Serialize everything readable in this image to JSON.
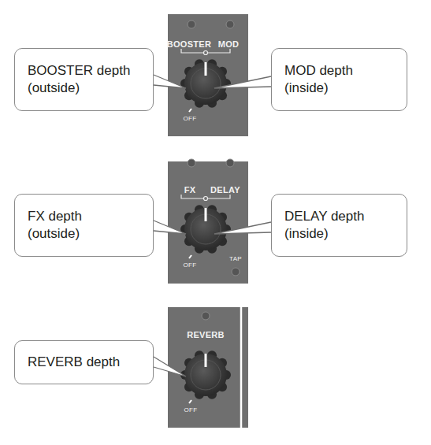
{
  "diagram": {
    "nodes": [
      {
        "text": [
          "BOOSTER depth (outside)"
        ]
      },
      {
        "text": [
          "MOD depth (inside)"
        ]
      },
      {
        "text": [
          "FX depth (outside)"
        ]
      },
      {
        "text": [
          "DELAY depth (inside)"
        ]
      },
      {
        "text": [
          "REVERB depth"
        ]
      }
    ],
    "labels": [
      "BOOSTER",
      "MOD",
      "OFF",
      "FX",
      "DELAY",
      "OFF",
      "TAP",
      "REVERB",
      "OFF"
    ]
  }
}
